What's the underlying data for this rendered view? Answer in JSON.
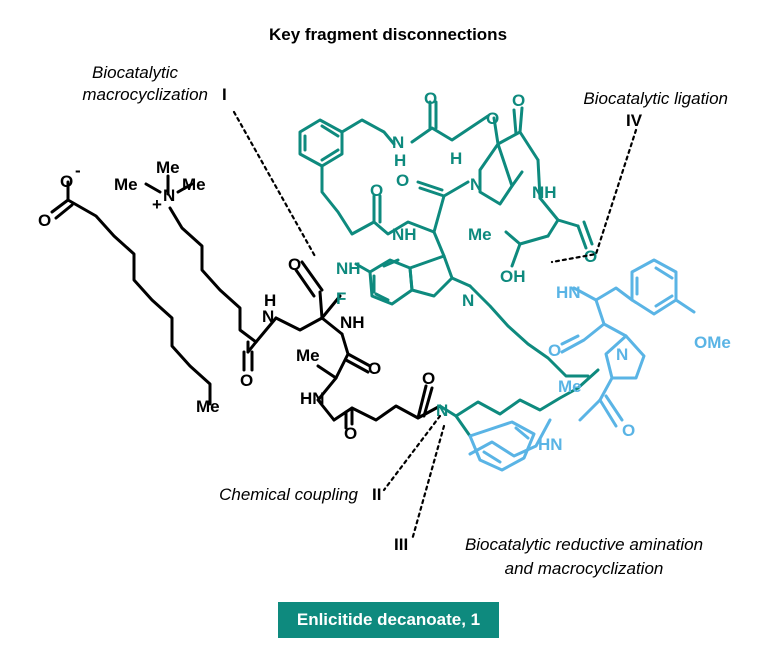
{
  "title": "Key fragment disconnections",
  "compound_label": "Enlicitide decanoate, 1",
  "disconnections": [
    {
      "numeral": "I",
      "lines": [
        "Biocatalytic",
        "macrocyclization"
      ]
    },
    {
      "numeral": "II",
      "lines": [
        "Chemical coupling"
      ]
    },
    {
      "numeral": "III",
      "lines": [
        "Biocatalytic reductive amination",
        "and macrocyclization"
      ]
    },
    {
      "numeral": "IV",
      "lines": [
        "Biocatalytic ligation"
      ]
    }
  ],
  "atoms": {
    "o_minus": "O",
    "minus": "-",
    "o_carbonyl_acid": "O",
    "me_top": "Me",
    "me_left": "Me",
    "n_plus": "N",
    "me_right": "Me",
    "plus": "+",
    "me_decanoate": "Me",
    "nh_left": "N",
    "h_left": "H",
    "o_left_amide": "O",
    "o_upper_amide": "O",
    "nh_mid": "NH",
    "nh_dap": "NH",
    "me_ala": "Me",
    "o_ala": "O",
    "hn_ala": "HN",
    "o_succ": "O",
    "o_succ2": "O",
    "n_central": "N",
    "o_gly": "O",
    "n_gly": "N",
    "h_gly": "H",
    "o_ether": "O",
    "o_upper2": "O",
    "hn_upper": "NH",
    "o_bridge": "O",
    "h_bridge": "H",
    "n_bridge": "N",
    "o_ring_amide": "O",
    "nh_right": "NH",
    "me_thr": "Me",
    "oh_thr": "OH",
    "o_thr": "O",
    "f_indole": "F",
    "n_indole": "N",
    "hn_tyr": "HN",
    "o_tyr": "O",
    "n_pro": "N",
    "ome": "OMe",
    "me_pro": "Me",
    "hn_lower": "HN",
    "o_lower": "O"
  }
}
